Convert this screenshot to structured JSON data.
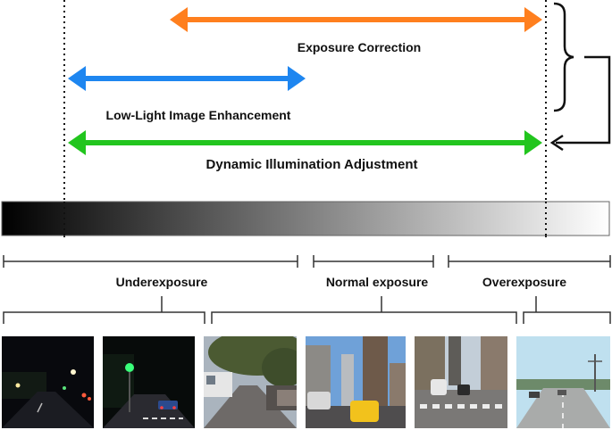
{
  "arrows": {
    "exposure_correction": {
      "label": "Exposure Correction",
      "color": "#ff7f1e"
    },
    "low_light": {
      "label": "Low-Light Image Enhancement",
      "color": "#1e86f0"
    },
    "dynamic": {
      "label": "Dynamic Illumination Adjustment",
      "color": "#22c51e"
    }
  },
  "regions": {
    "underexposure": {
      "label": "Underexposure"
    },
    "normal": {
      "label": "Normal exposure"
    },
    "overexposure": {
      "label": "Overexposure"
    }
  },
  "photos": [
    {
      "id": "night-street-1",
      "sky": "#0a0c12",
      "road": "#1c1d22"
    },
    {
      "id": "night-street-2",
      "sky": "#0b1210",
      "road": "#2a2a30"
    },
    {
      "id": "day-street-trees",
      "sky": "#9aa7b5",
      "road": "#6d6a68"
    },
    {
      "id": "city-taxi",
      "sky": "#6fa1d8",
      "road": "#4f4d4e"
    },
    {
      "id": "city-crosswalk",
      "sky": "#b9c6d2",
      "road": "#7a7876"
    },
    {
      "id": "bright-highway",
      "sky": "#b8d7e8",
      "road": "#a7a9a8"
    }
  ]
}
